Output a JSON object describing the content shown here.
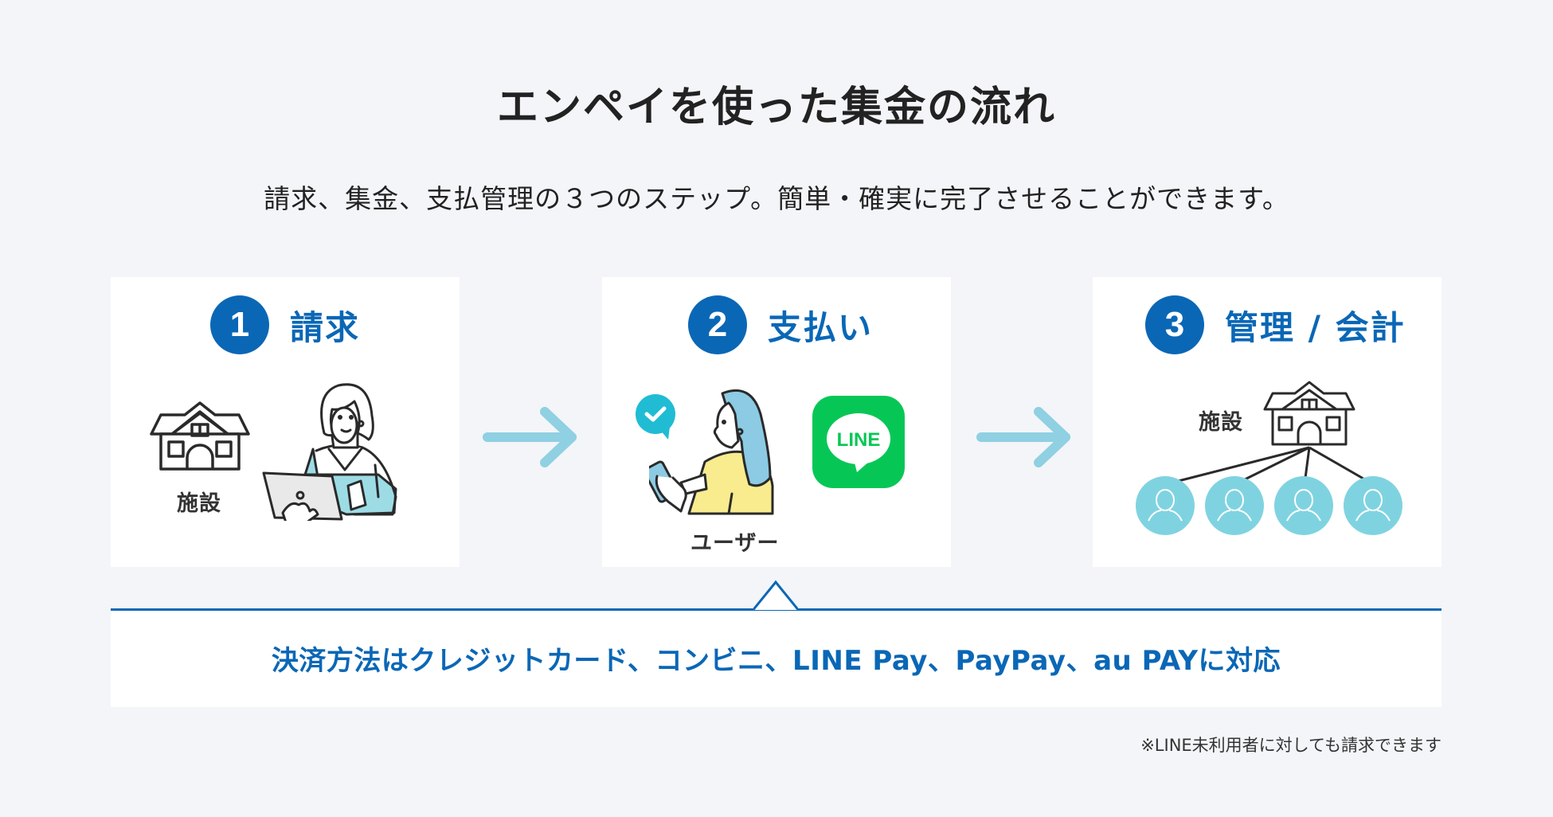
{
  "header": {
    "title": "エンペイを使った集金の流れ",
    "subtitle": "請求、集金、支払管理の３つのステップ。簡単・確実に完了させることができます。"
  },
  "steps": [
    {
      "number": "1",
      "title": "請求",
      "labels": {
        "facility": "施設"
      },
      "illustrations": [
        "facility-house-icon",
        "woman-with-laptop-illustration"
      ]
    },
    {
      "number": "2",
      "title": "支払い",
      "labels": {
        "user": "ユーザー",
        "line_logo": "LINE"
      },
      "illustrations": [
        "check-bubble-icon",
        "woman-with-smartphone-illustration",
        "line-app-icon"
      ]
    },
    {
      "number": "3",
      "title": "管理 / 会計",
      "labels": {
        "facility": "施設"
      },
      "illustrations": [
        "facility-house-icon",
        "user-avatar-icon",
        "user-avatar-icon",
        "user-avatar-icon",
        "user-avatar-icon"
      ]
    }
  ],
  "arrows": [
    "arrow-right-icon",
    "arrow-right-icon"
  ],
  "payment_note": "決済方法はクレジットカード、コンビニ、LINE Pay、PayPay、au PAYに対応",
  "footnote": "※LINE未利用者に対しても請求できます",
  "colors": {
    "background": "#f3f5f8",
    "card": "#ffffff",
    "primary_blue": "#0a67b6",
    "arrow_blue": "#8fd0e2",
    "avatar_teal": "#7fd3e0",
    "check_teal": "#20bcd4",
    "line_green": "#06c755",
    "shirt_yellow": "#f8ec8e",
    "hair_blue": "#8ccbe3",
    "sweater_teal": "#9ddce5",
    "text_dark": "#222222"
  }
}
